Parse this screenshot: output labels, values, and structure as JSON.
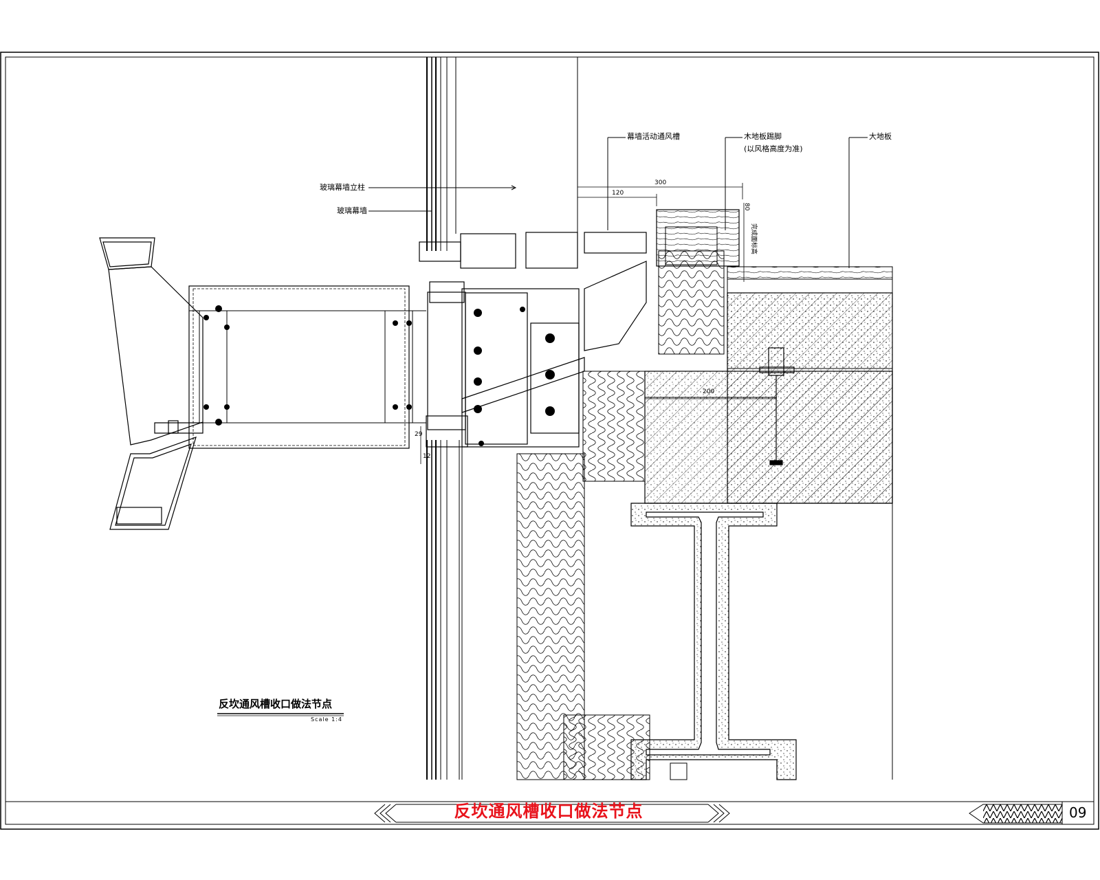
{
  "drawing": {
    "sheet_title": "反坎通风槽收口做法节点",
    "sheet_number": "09",
    "detail_title": "反坎通风槽收口做法节点",
    "detail_scale": "Scale 1:4",
    "title_color": "#e8121b",
    "callouts": {
      "glass_curtain_wall": "玻璃幕墙",
      "glass_curtain_wall_column": "玻璃幕墙立柱",
      "curtain_wall_vent_slot": "幕墙活动通风槽",
      "wood_floor_skirting": "木地板踢脚",
      "skirting_note": "(以风格高度为准)",
      "floor_slab": "大地板"
    },
    "dimensions": {
      "d300": "300",
      "d120": "120",
      "d200": "200",
      "d29": "29",
      "d12": "12",
      "d80": "80",
      "d_vertical": "完成面标高"
    }
  }
}
